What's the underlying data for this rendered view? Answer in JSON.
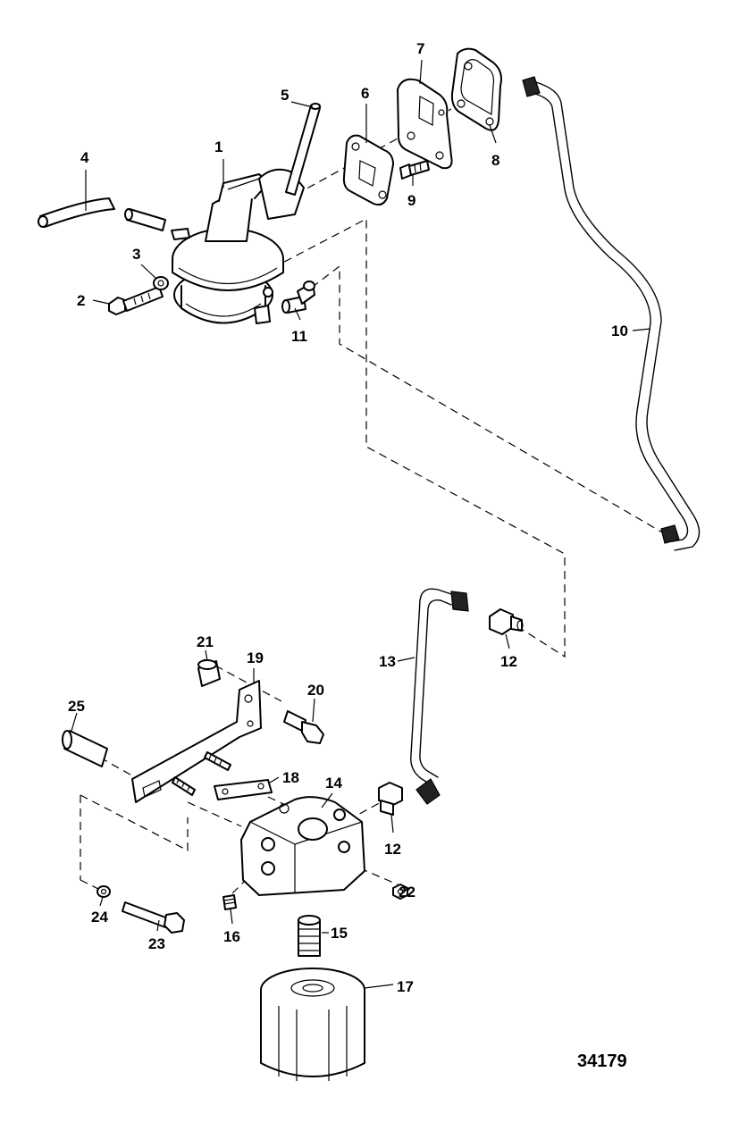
{
  "figure_id": "34179",
  "callouts": {
    "c1": "1",
    "c2": "2",
    "c3": "3",
    "c4": "4",
    "c5": "5",
    "c6": "6",
    "c7": "7",
    "c8": "8",
    "c9": "9",
    "c10": "10",
    "c11": "11",
    "c12a": "12",
    "c12b": "12",
    "c13": "13",
    "c14": "14",
    "c15": "15",
    "c16": "16",
    "c17": "17",
    "c18": "18",
    "c19": "19",
    "c20": "20",
    "c21": "21",
    "c22": "22",
    "c23": "23",
    "c24": "24",
    "c25": "25"
  }
}
